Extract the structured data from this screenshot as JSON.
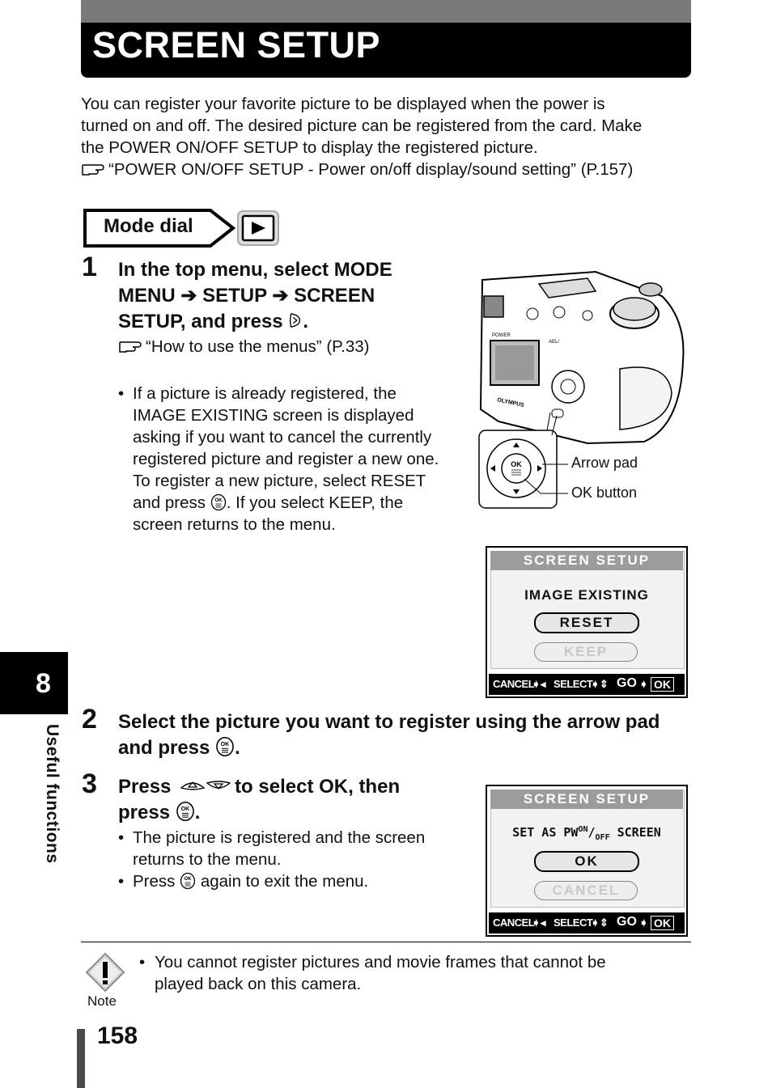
{
  "header": {
    "title": "SCREEN SETUP"
  },
  "intro": {
    "lines": [
      "You can register your favorite picture to be displayed when the power is",
      "turned on and off. The desired picture can be registered from the card. Make",
      "the POWER ON/OFF SETUP to display the registered picture."
    ],
    "ref": "“POWER ON/OFF SETUP - Power on/off display/sound setting” (P.157)"
  },
  "mode_dial": {
    "label": "Mode dial",
    "icon": "playback-icon"
  },
  "steps": [
    {
      "number": "1",
      "lines": [
        "In the top menu, select MODE",
        "MENU ➔ SETUP ➔ SCREEN",
        "SETUP, and press"
      ],
      "ref": "“How to use the menus” (P.33)",
      "bullet_lines": [
        "If a picture is already registered, the",
        "IMAGE EXISTING screen is displayed",
        "asking if you want to cancel the currently",
        "registered picture and register a new one.",
        "To register a new picture, select RESET",
        "and press",
        ". If you select KEEP, the",
        "screen returns to the menu."
      ]
    },
    {
      "number": "2",
      "lines": [
        "Select the picture you want to register using the arrow pad",
        "and press"
      ]
    },
    {
      "number": "3",
      "line1_a": "Press",
      "line1_b": "to select OK, then",
      "line2": "press",
      "bullets": [
        {
          "lines": [
            "The picture is registered and the screen",
            "returns to the menu."
          ]
        },
        {
          "a": "Press",
          "b": "again to exit the menu."
        }
      ]
    }
  ],
  "camera_callouts": {
    "arrow_pad": "Arrow pad",
    "ok_button": "OK button"
  },
  "camera_text": {
    "brand": "OLYMPUS",
    "power": "POWER",
    "ael": "AEL/",
    "ok": "OK"
  },
  "lcd1": {
    "title": "SCREEN SETUP",
    "message": "IMAGE  EXISTING",
    "selected": "RESET",
    "unselected": "KEEP",
    "bar": {
      "cancel": "CANCEL",
      "select": "SELECT",
      "go": "GO",
      "ok": "OK"
    }
  },
  "lcd2": {
    "title": "SCREEN SETUP",
    "message_a": "SET  AS  PW",
    "message_on": "ON",
    "message_off": "OFF",
    "message_b": "SCREEN",
    "selected": "OK",
    "unselected": "CANCEL",
    "bar": {
      "cancel": "CANCEL",
      "select": "SELECT",
      "go": "GO",
      "ok": "OK"
    }
  },
  "note": {
    "label": "Note",
    "lines": [
      "You cannot register pictures and movie frames that cannot be",
      "played back on this camera."
    ]
  },
  "sidebar": {
    "chapter": "8",
    "label": "Useful functions"
  },
  "page_number": "158"
}
